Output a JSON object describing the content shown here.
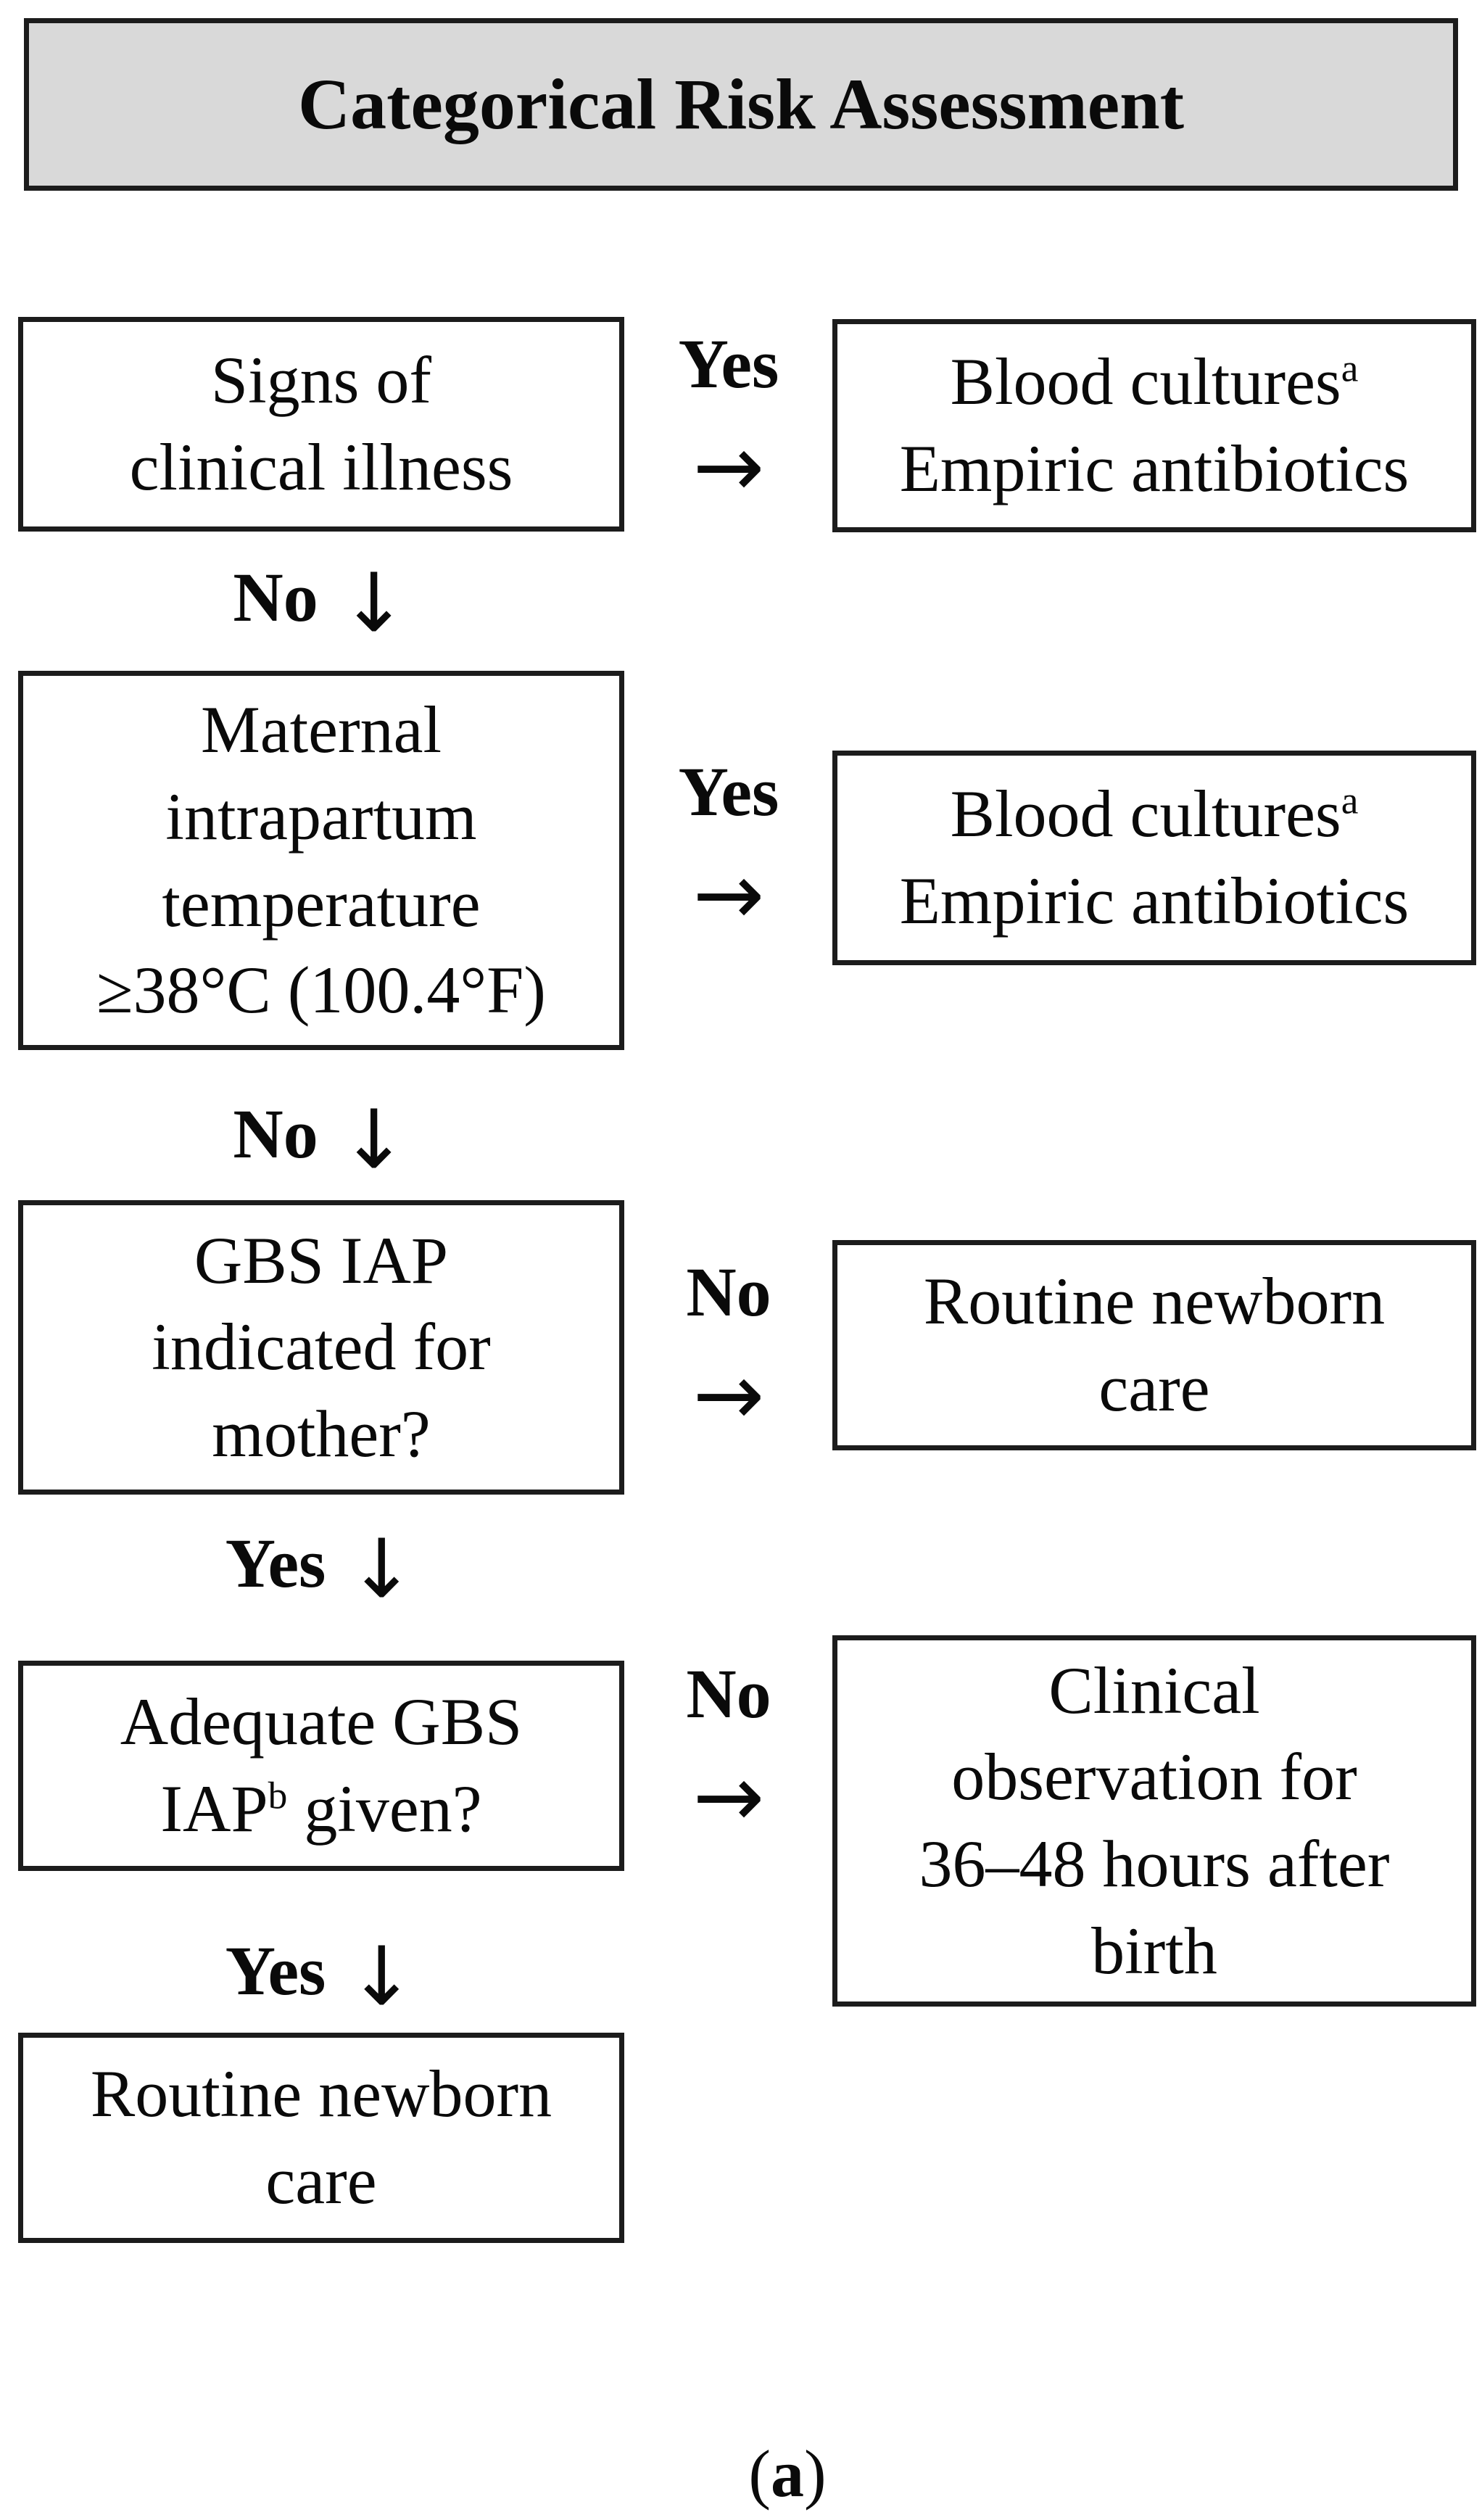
{
  "title": "Categorical Risk Assessment",
  "boxes": {
    "q1": {
      "line1": "Signs of",
      "line2": "clinical illness"
    },
    "r1": {
      "line1_text": "Blood cultures",
      "line1_sup": "a",
      "line2": "Empiric antibiotics"
    },
    "q2": {
      "line1": "Maternal",
      "line2": "intrapartum",
      "line3": "temperature",
      "line4": "≥38°C (100.4°F)"
    },
    "r2": {
      "line1_text": "Blood cultures",
      "line1_sup": "a",
      "line2": "Empiric antibiotics"
    },
    "q3": {
      "line1": "GBS IAP",
      "line2": "indicated for",
      "line3": "mother?"
    },
    "r3": {
      "line1": "Routine newborn",
      "line2": "care"
    },
    "q4": {
      "line1": "Adequate GBS",
      "line2_text": "IAP",
      "line2_sup": "b",
      "line2_rest": " given?"
    },
    "r4": {
      "line1": "Clinical",
      "line2": "observation for",
      "line3": "36–48 hours after",
      "line4": "birth"
    },
    "q5": {
      "line1": "Routine newborn",
      "line2": "care"
    }
  },
  "connectors": {
    "branch1": {
      "label": "Yes",
      "arrow": "→"
    },
    "down1": {
      "label": "No",
      "arrow": "↓"
    },
    "branch2": {
      "label": "Yes",
      "arrow": "→"
    },
    "down2": {
      "label": "No",
      "arrow": "↓"
    },
    "branch3": {
      "label": "No",
      "arrow": "→"
    },
    "down3": {
      "label": "Yes",
      "arrow": "↓"
    },
    "branch4": {
      "label": "No",
      "arrow": "→"
    },
    "down4": {
      "label": "Yes",
      "arrow": "↓"
    }
  },
  "caption": {
    "open": "(",
    "label": "a",
    "close": ")"
  },
  "colors": {
    "title_bg": "#d9d9d9",
    "border": "#1c1c1c",
    "text": "#0a0a0a",
    "page_bg": "#ffffff"
  }
}
